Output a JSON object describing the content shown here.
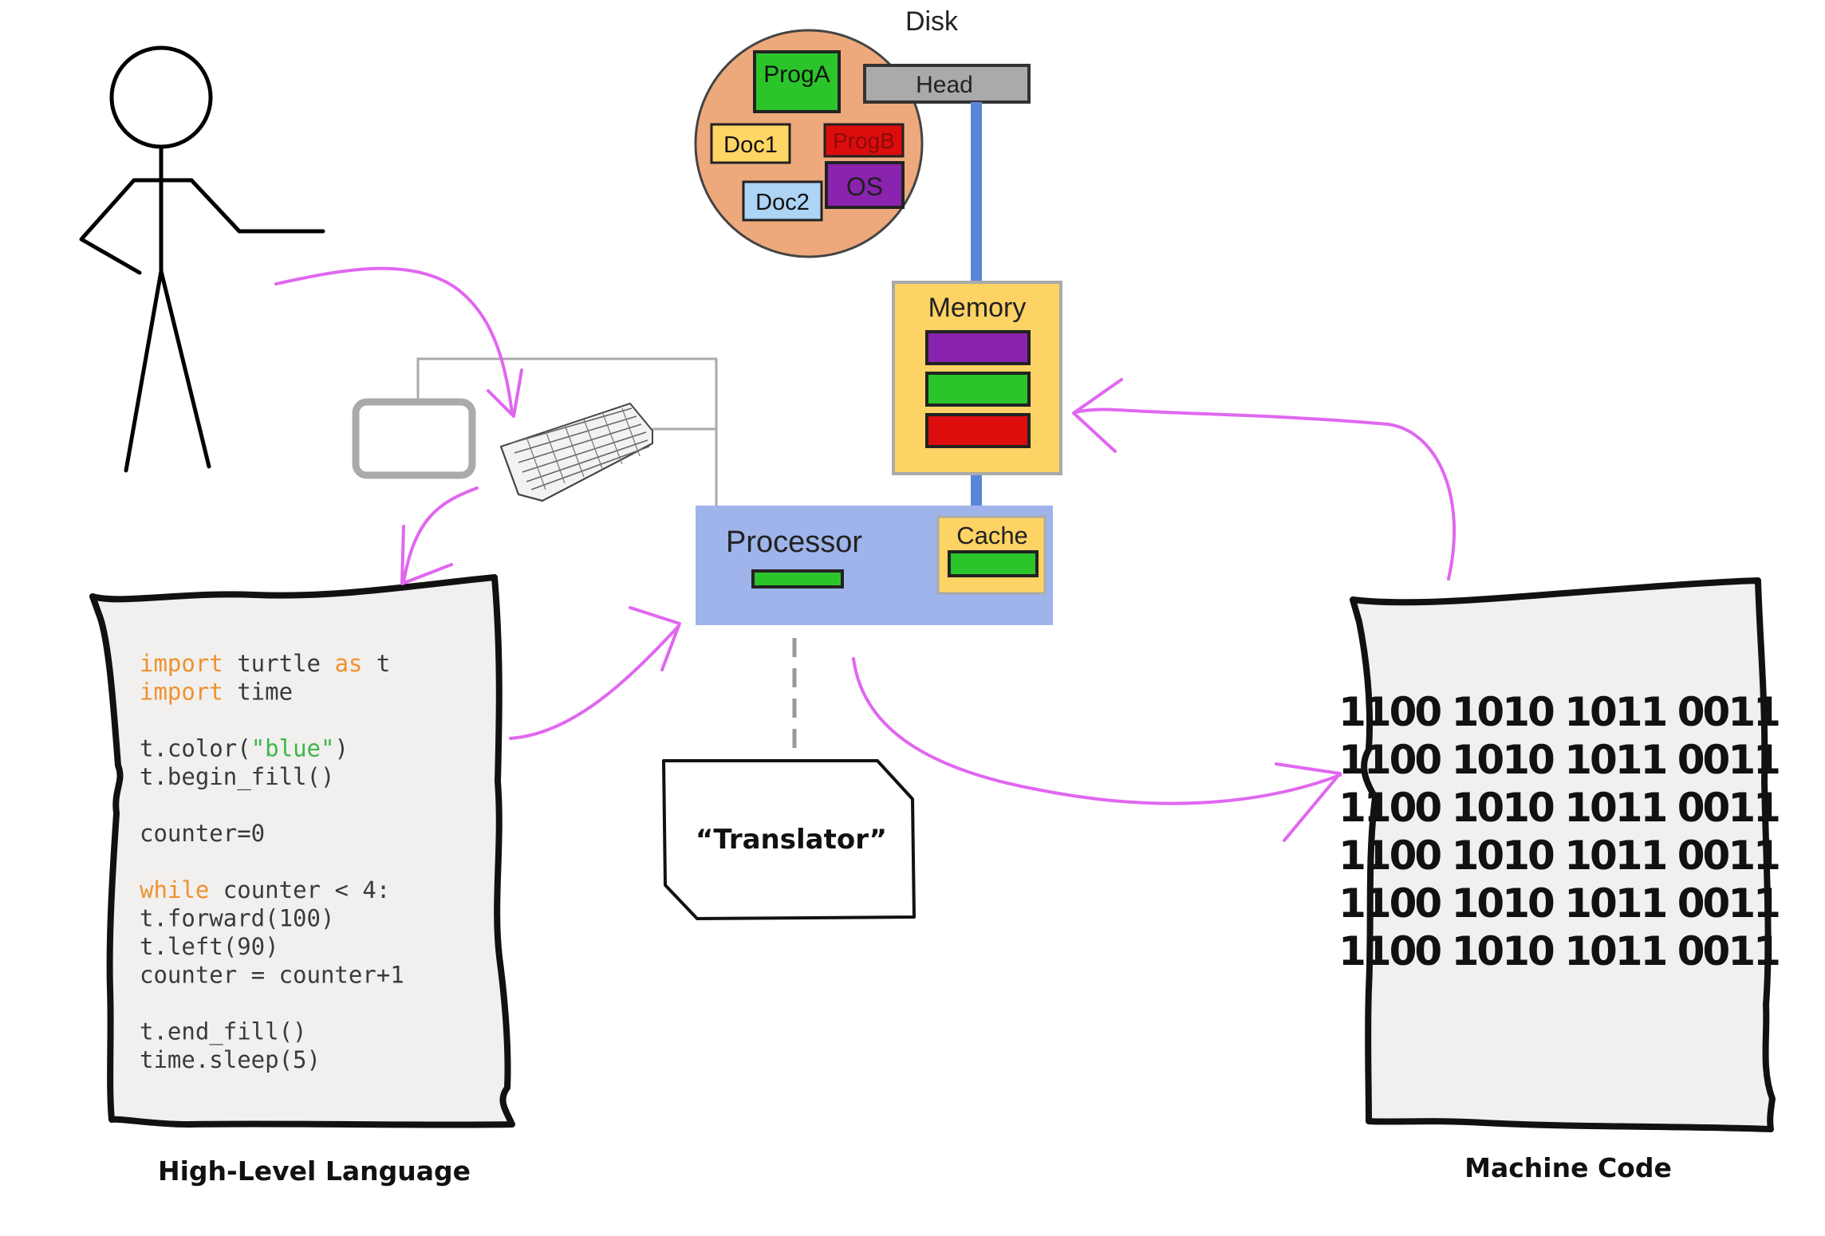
{
  "disk": {
    "label": "Disk",
    "head_label": "Head",
    "files": {
      "prog_a": "ProgA",
      "prog_b": "ProgB",
      "doc1": "Doc1",
      "doc2": "Doc2",
      "os": "OS"
    }
  },
  "memory": {
    "label": "Memory"
  },
  "processor": {
    "label": "Processor",
    "cache_label": "Cache"
  },
  "translator": {
    "label": "“Translator”"
  },
  "high_level": {
    "caption": "High-Level Language",
    "code": [
      [
        {
          "t": "import",
          "c": "kw"
        },
        {
          "t": " turtle ",
          "c": "n"
        },
        {
          "t": "as",
          "c": "kw"
        },
        {
          "t": " t",
          "c": "n"
        }
      ],
      [
        {
          "t": "import",
          "c": "kw"
        },
        {
          "t": " time",
          "c": "n"
        }
      ],
      [],
      [
        {
          "t": "t.color(",
          "c": "n"
        },
        {
          "t": "\"blue\"",
          "c": "str"
        },
        {
          "t": ")",
          "c": "n"
        }
      ],
      [
        {
          "t": "t.begin_fill()",
          "c": "n"
        }
      ],
      [],
      [
        {
          "t": "counter=0",
          "c": "n"
        }
      ],
      [],
      [
        {
          "t": "while",
          "c": "kw"
        },
        {
          "t": " counter < 4:",
          "c": "n"
        }
      ],
      [
        {
          "t": "    t.forward(100)",
          "c": "n"
        }
      ],
      [
        {
          "t": "    t.left(90)",
          "c": "n"
        }
      ],
      [
        {
          "t": "    counter = counter+1",
          "c": "n"
        }
      ],
      [],
      [
        {
          "t": "t.end_fill()",
          "c": "n"
        }
      ],
      [
        {
          "t": "time.sleep(5)",
          "c": "n"
        }
      ]
    ]
  },
  "machine_code": {
    "caption": "Machine Code",
    "lines": [
      "1100 1010 1011 0011",
      "1100 1010 1011 0011",
      "1100 1010 1011 0011",
      "1100 1010 1011 0011",
      "1100 1010 1011 0011",
      "1100 1010 1011 0011"
    ]
  },
  "colors": {
    "keyword": "#f0912e",
    "string": "#3cb84a",
    "code_text": "#3a3a3a",
    "arrow": "#e067f0",
    "processor_fill": "#9fb4ea",
    "memory_fill": "#fcd364",
    "disk_fill": "#eda97b",
    "bus": "#5b86d8",
    "purple": "#8a23ad",
    "green": "#2bc52b",
    "red": "#dd0d0d",
    "doc1_fill": "#fdd665",
    "doc2_fill": "#add3f5",
    "paper": "#f1f0ee"
  },
  "icons": [
    "stick-figure-icon",
    "monitor-icon",
    "keyboard-icon"
  ]
}
